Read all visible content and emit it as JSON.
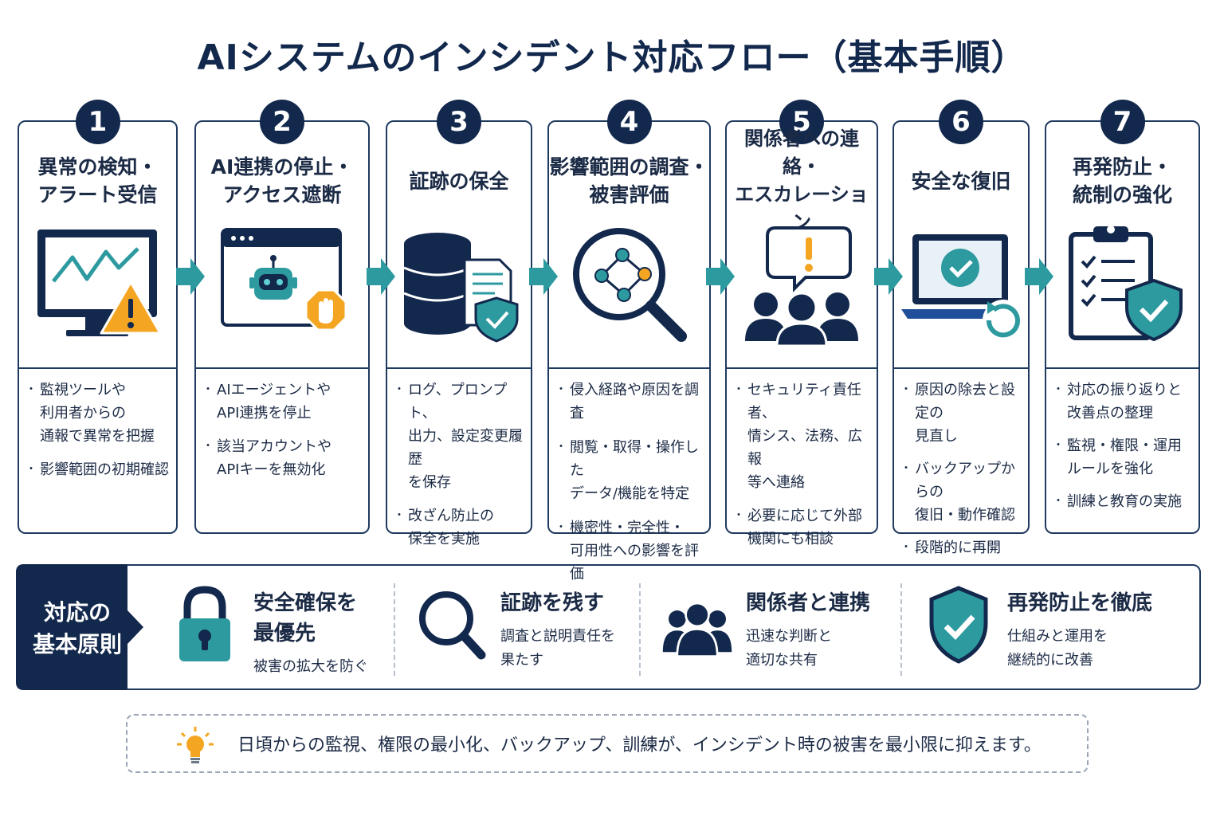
{
  "title": "AIシステムのインシデント対応フロー（基本手順）",
  "colors": {
    "navy": "#12284c",
    "teal": "#2d9aa0",
    "amber": "#f4a623",
    "light_blue": "#e8f1f8"
  },
  "steps": [
    {
      "num": "1",
      "title": [
        "異常の検知・",
        "アラート受信"
      ],
      "icon": "monitor-alert-icon",
      "bullets": [
        "監視ツールや\n利用者からの\n通報で異常を把握",
        "影響範囲の初期確認"
      ]
    },
    {
      "num": "2",
      "title": [
        "AI連携の停止・",
        "アクセス遮断"
      ],
      "icon": "robot-stop-icon",
      "bullets": [
        "AIエージェントや\nAPI連携を停止",
        "該当アカウントや\nAPIキーを無効化"
      ]
    },
    {
      "num": "3",
      "title": [
        "証跡の保全"
      ],
      "icon": "database-document-icon",
      "bullets": [
        "ログ、プロンプト、\n出力、設定変更履歴\nを保存",
        "改ざん防止の\n保全を実施"
      ]
    },
    {
      "num": "4",
      "title": [
        "影響範囲の調査・",
        "被害評価"
      ],
      "icon": "magnifier-network-icon",
      "bullets": [
        "侵入経路や原因を調査",
        "閲覧・取得・操作した\nデータ/機能を特定",
        "機密性・完全性・\n可用性への影響を評価"
      ]
    },
    {
      "num": "5",
      "title": [
        "関係者への連絡・",
        "エスカレーション"
      ],
      "icon": "people-alert-icon",
      "bullets": [
        "セキュリティ責任者、\n情シス、法務、広報\n等へ連絡",
        "必要に応じて外部\n機関にも相談"
      ]
    },
    {
      "num": "6",
      "title": [
        "安全な復旧"
      ],
      "icon": "laptop-restore-icon",
      "bullets": [
        "原因の除去と設定の\n見直し",
        "バックアップからの\n復旧・動作確認",
        "段階的に再開"
      ]
    },
    {
      "num": "7",
      "title": [
        "再発防止・",
        "統制の強化"
      ],
      "icon": "checklist-shield-icon",
      "bullets": [
        "対応の振り返りと\n改善点の整理",
        "監視・権限・運用\nルールを強化",
        "訓練と教育の実施"
      ]
    }
  ],
  "principles": {
    "label": [
      "対応の",
      "基本原則"
    ],
    "items": [
      {
        "icon": "lock-icon",
        "title": [
          "安全確保を",
          "最優先"
        ],
        "desc": [
          "被害の拡大を防ぐ"
        ]
      },
      {
        "icon": "search-icon",
        "title": [
          "証跡を残す"
        ],
        "desc": [
          "調査と説明責任を",
          "果たす"
        ]
      },
      {
        "icon": "people-icon",
        "title": [
          "関係者と連携"
        ],
        "desc": [
          "迅速な判断と",
          "適切な共有"
        ]
      },
      {
        "icon": "shield-check-icon",
        "title": [
          "再発防止を徹底"
        ],
        "desc": [
          "仕組みと運用を",
          "継続的に改善"
        ]
      }
    ]
  },
  "tip": {
    "icon": "lightbulb-icon",
    "text": "日頃からの監視、権限の最小化、バックアップ、訓練が、インシデント時の被害を最小限に抑えます。"
  }
}
